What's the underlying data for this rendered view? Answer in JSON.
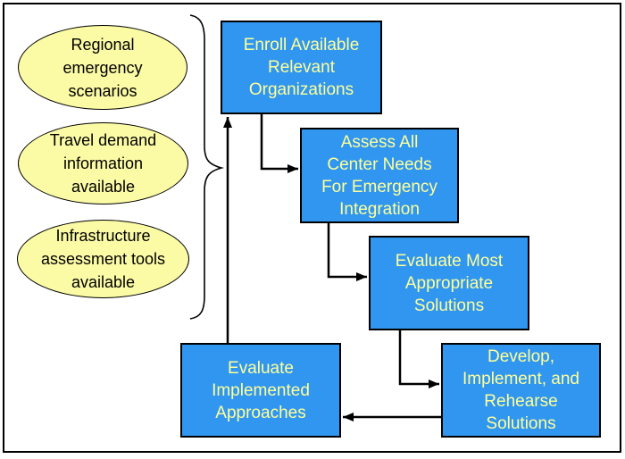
{
  "diagram": {
    "inputs": [
      {
        "id": "regional-emergency-scenarios",
        "label": "Regional\nemergency\nscenarios"
      },
      {
        "id": "travel-demand-information",
        "label": "Travel demand\ninformation\navailable"
      },
      {
        "id": "infrastructure-assessment-tools",
        "label": "Infrastructure\nassessment tools\navailable"
      }
    ],
    "steps": [
      {
        "id": "enroll",
        "label": "Enroll Available\nRelevant\nOrganizations"
      },
      {
        "id": "assess",
        "label": "Assess All\nCenter Needs\nFor Emergency\nIntegration"
      },
      {
        "id": "evaluate-most",
        "label": "Evaluate Most\nAppropriate\nSolutions"
      },
      {
        "id": "develop",
        "label": "Develop,\nImplement, and\nRehearse\nSolutions"
      },
      {
        "id": "evaluate-implemented",
        "label": "Evaluate\nImplemented\nApproaches"
      }
    ],
    "edges": [
      {
        "from": "enroll",
        "to": "assess"
      },
      {
        "from": "assess",
        "to": "evaluate-most"
      },
      {
        "from": "evaluate-most",
        "to": "develop"
      },
      {
        "from": "develop",
        "to": "evaluate-implemented"
      },
      {
        "from": "evaluate-implemented",
        "to": "enroll"
      },
      {
        "from": "inputs-brace",
        "to": "flow"
      }
    ],
    "colors": {
      "process_box_fill": "#3096F0",
      "process_box_text": "#FFFF99",
      "input_ellipse_fill": "#FBFBA6",
      "outline": "#000000",
      "background": "#FFFFFF"
    }
  }
}
